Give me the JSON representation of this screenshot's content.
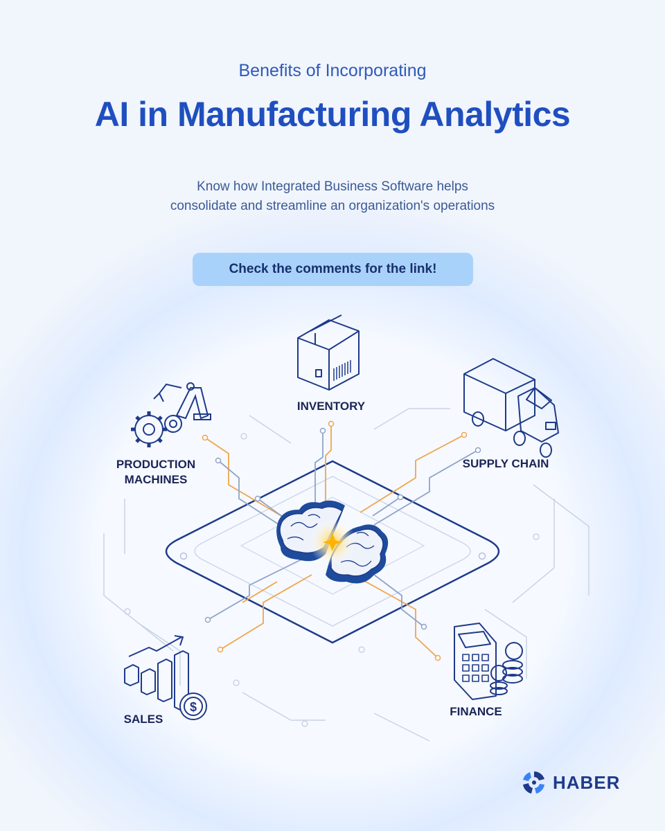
{
  "header": {
    "subtitle": "Benefits of Incorporating",
    "title": "AI in Manufacturing Analytics",
    "description_line1": "Know how Integrated Business Software helps",
    "description_line2": "consolidate and streamline an organization's operations"
  },
  "cta": {
    "label": "Check the comments for the link!"
  },
  "nodes": {
    "inventory": "INVENTORY",
    "production_line1": "PRODUCTION",
    "production_line2": "MACHINES",
    "supply_chain": "SUPPLY CHAIN",
    "sales": "SALES",
    "finance": "FINANCE"
  },
  "brand": {
    "name": "HABER"
  },
  "colors": {
    "title": "#1f4fbf",
    "accent": "#a9d2fb",
    "circuit_orange": "#f0a54a",
    "circuit_blue": "#8fa3c8",
    "navy": "#1a2456"
  }
}
